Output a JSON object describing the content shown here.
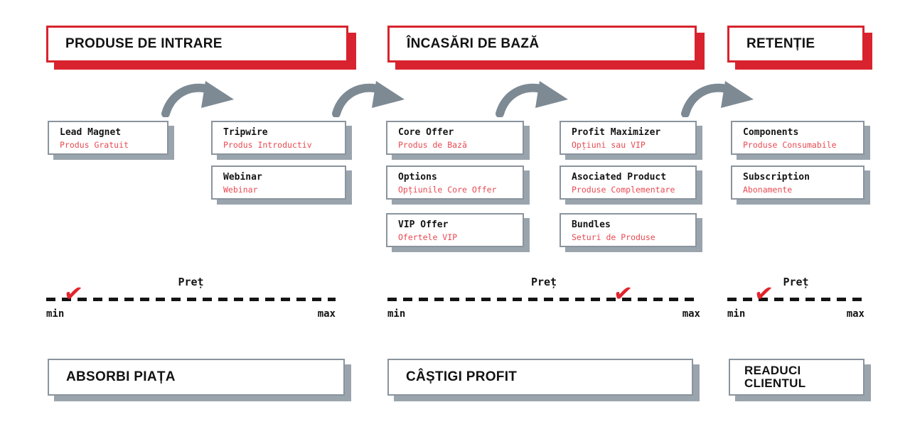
{
  "diagram": {
    "stages": [
      {
        "header": "PRODUSE DE INTRARE",
        "footer": "ABSORBI PIAȚA",
        "price": {
          "title": "Preț",
          "min": "min",
          "max": "max",
          "check_pct": 9
        }
      },
      {
        "header": "ÎNCASĂRI DE BAZĂ",
        "footer": "CÂȘTIGI PROFIT",
        "price": {
          "title": "Preț",
          "min": "min",
          "max": "max",
          "check_pct": 75
        }
      },
      {
        "header": "RETENȚIE",
        "footer": "READUCI CLIENTUL",
        "price": {
          "title": "Preț",
          "min": "min",
          "max": "max",
          "check_pct": 26
        }
      }
    ],
    "cards": [
      {
        "title": "Lead Magnet",
        "subtitle": "Produs Gratuit"
      },
      {
        "title": "Tripwire",
        "subtitle": "Produs Introductiv"
      },
      {
        "title": "Webinar",
        "subtitle": "Webinar"
      },
      {
        "title": "Core Offer",
        "subtitle": "Produs de Bază"
      },
      {
        "title": "Options",
        "subtitle": "Opțiunile Core Offer"
      },
      {
        "title": "VIP Offer",
        "subtitle": "Ofertele VIP"
      },
      {
        "title": "Profit Maximizer",
        "subtitle": "Opțiuni sau VIP"
      },
      {
        "title": "Asociated Product",
        "subtitle": "Produse Complementare"
      },
      {
        "title": "Bundles",
        "subtitle": "Seturi de Produse"
      },
      {
        "title": "Components",
        "subtitle": "Produse Consumabile"
      },
      {
        "title": "Subscription",
        "subtitle": "Abonamente"
      }
    ],
    "icons": {
      "check": "✔"
    },
    "colors": {
      "red": "#d8232e",
      "red_text": "#e84a52",
      "gray_border": "#8a949e",
      "gray_shadow": "#9aa4ad",
      "arrow_gray": "#7d8a94",
      "black": "#141414"
    }
  }
}
